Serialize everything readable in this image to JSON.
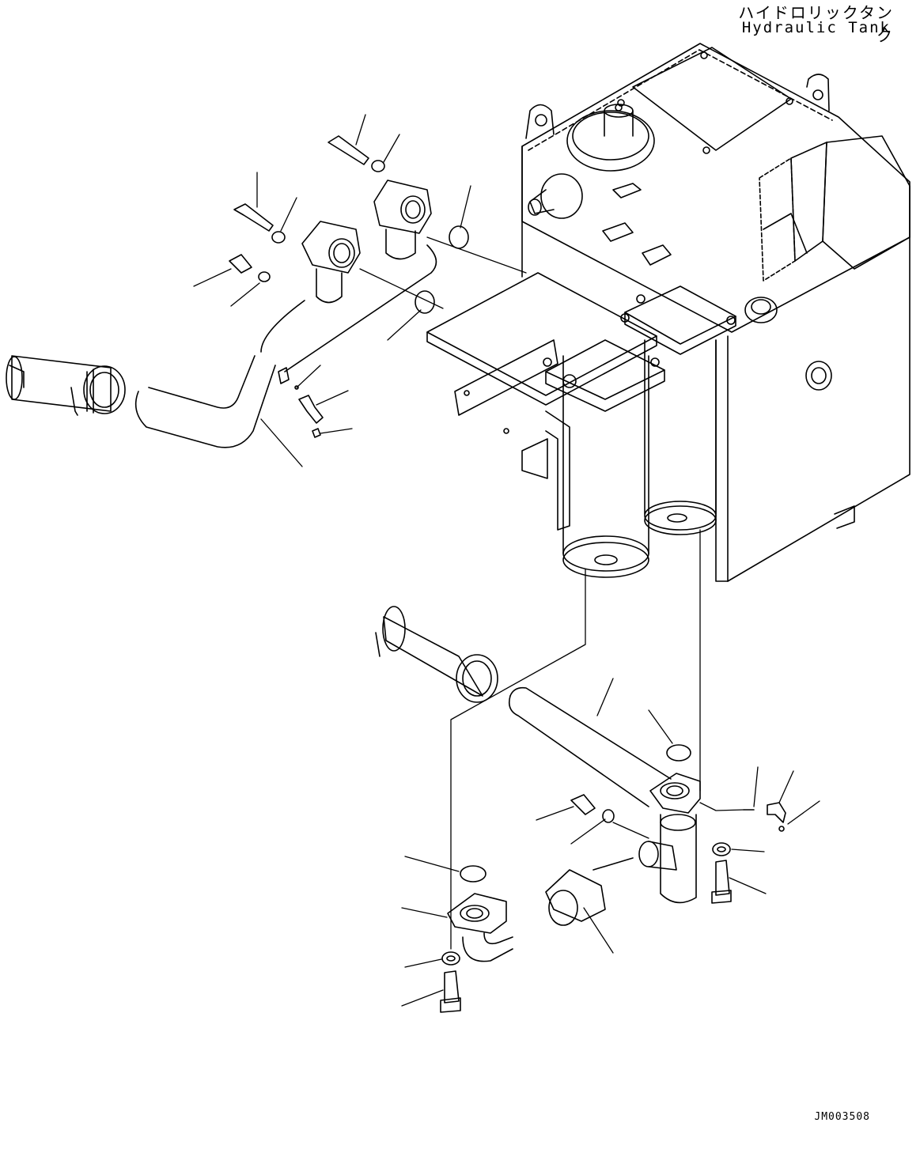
{
  "title": {
    "japanese": "ハイドロリックタンク",
    "english": "Hydraulic Tank"
  },
  "drawing_id": "JM003508",
  "colors": {
    "ink": "#000000",
    "paper": "#ffffff"
  }
}
